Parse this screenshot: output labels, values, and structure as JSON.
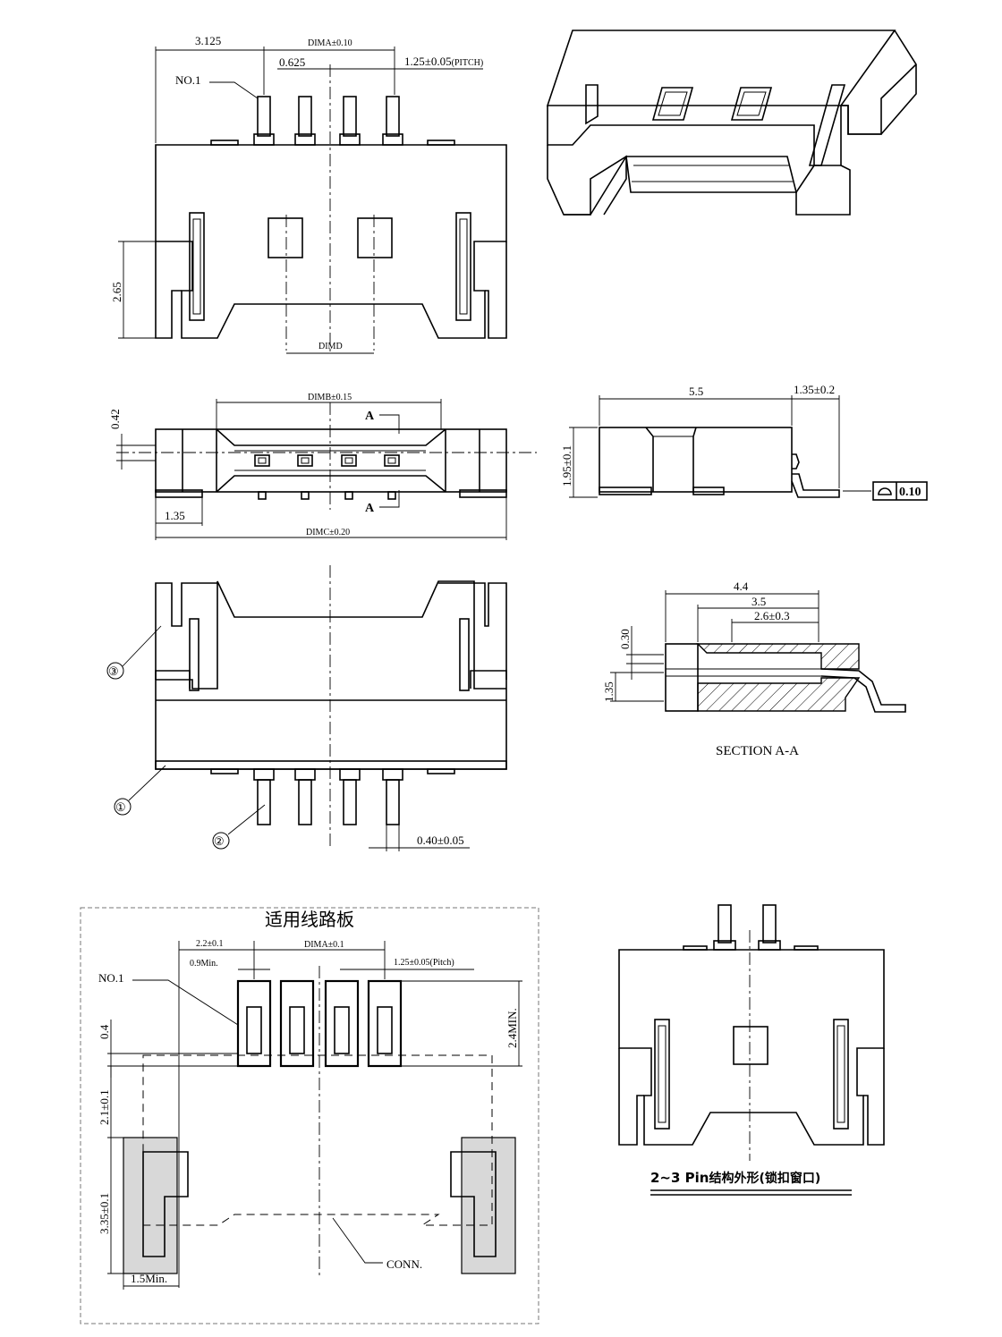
{
  "view1": {
    "d_3125": "3.125",
    "d_dima": "DIMA±0.10",
    "d_0625": "0.625",
    "d_pitch": "1.25±0.05",
    "d_pitch_suffix": "(PITCH)",
    "d_265": "2.65",
    "d_dimd": "DIMD",
    "no1": "NO.1"
  },
  "view2": {
    "d_042": "0.42",
    "d_dimb": "DIMB±0.15",
    "d_135": "1.35",
    "d_dimc": "DIMC±0.20",
    "sec_a": "A"
  },
  "side": {
    "d_55": "5.5",
    "d_135": "1.35±0.2",
    "d_195": "1.95±0.1",
    "flat_value": "0.10"
  },
  "view3": {
    "balloon1": "①",
    "balloon2": "②",
    "balloon3": "③",
    "d_040": "0.40±0.05"
  },
  "section": {
    "d_44": "4.4",
    "d_35": "3.5",
    "d_26": "2.6±0.3",
    "d_030": "0.30",
    "d_135": "1.35",
    "title": "SECTION A-A"
  },
  "pcb": {
    "title": "适用线路板",
    "d_22": "2.2±0.1",
    "d_dima": "DIMA±0.1",
    "d_09": "0.9Min.",
    "d_pitch": "1.25±0.05(Pitch)",
    "no1": "NO.1",
    "d_04": "0.4",
    "d_24": "2.4MIN.",
    "d_21": "2.1±0.1",
    "d_335": "3.35±0.1",
    "d_15": "1.5Min.",
    "conn": "CONN."
  },
  "small": {
    "caption_pin": "2~3  Pin",
    "caption_cn": "结构外形(锁扣窗口)"
  }
}
